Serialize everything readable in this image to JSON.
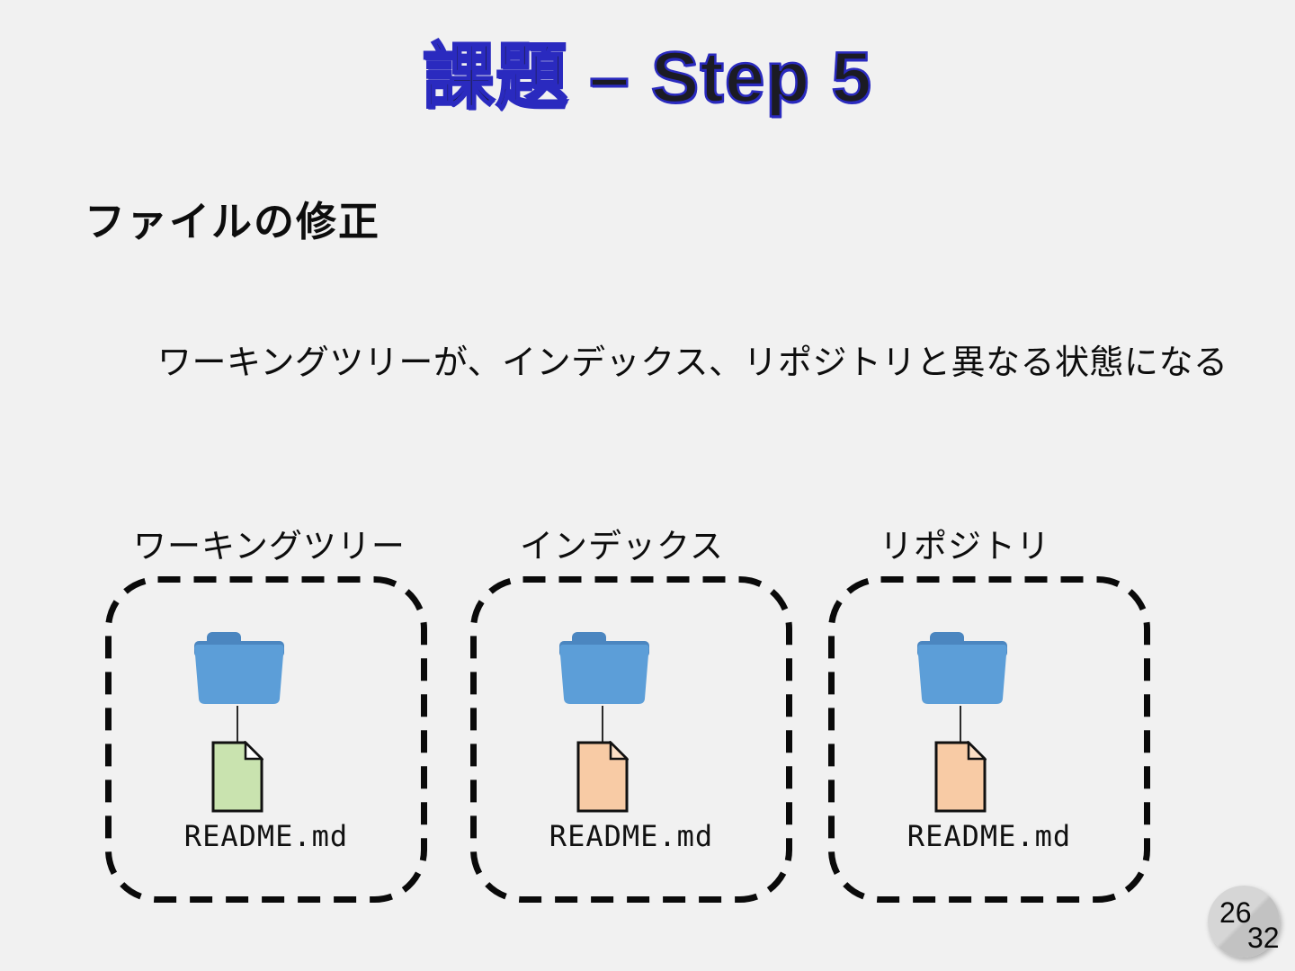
{
  "slide": {
    "title": "課題 – Step 5",
    "heading": "ファイルの修正",
    "description": "ワーキングツリーが、インデックス、リポジトリと異なる状態になる",
    "page": {
      "current": "26",
      "total": "32"
    },
    "columns": [
      {
        "label": "ワーキングツリー",
        "file_name": "README.md",
        "file_color": "#c9e3af",
        "fold_color": "#ffffff"
      },
      {
        "label": "インデックス",
        "file_name": "README.md",
        "file_color": "#f8cba5",
        "fold_color": "#fbdfc5"
      },
      {
        "label": "リポジトリ",
        "file_name": "README.md",
        "file_color": "#f8cba5",
        "fold_color": "#fbdfc5"
      }
    ],
    "colors": {
      "background": "#f1f1f1",
      "title_fill": "#1b1b24",
      "title_stroke": "#2a2abf",
      "body_text": "#0d0d0d",
      "dash_border": "#0a0a0a",
      "folder_body": "#5c9ed8",
      "folder_dark": "#4b86c0",
      "badge_light": "#d6d6d6",
      "badge_dark": "#c2c2c2"
    }
  }
}
